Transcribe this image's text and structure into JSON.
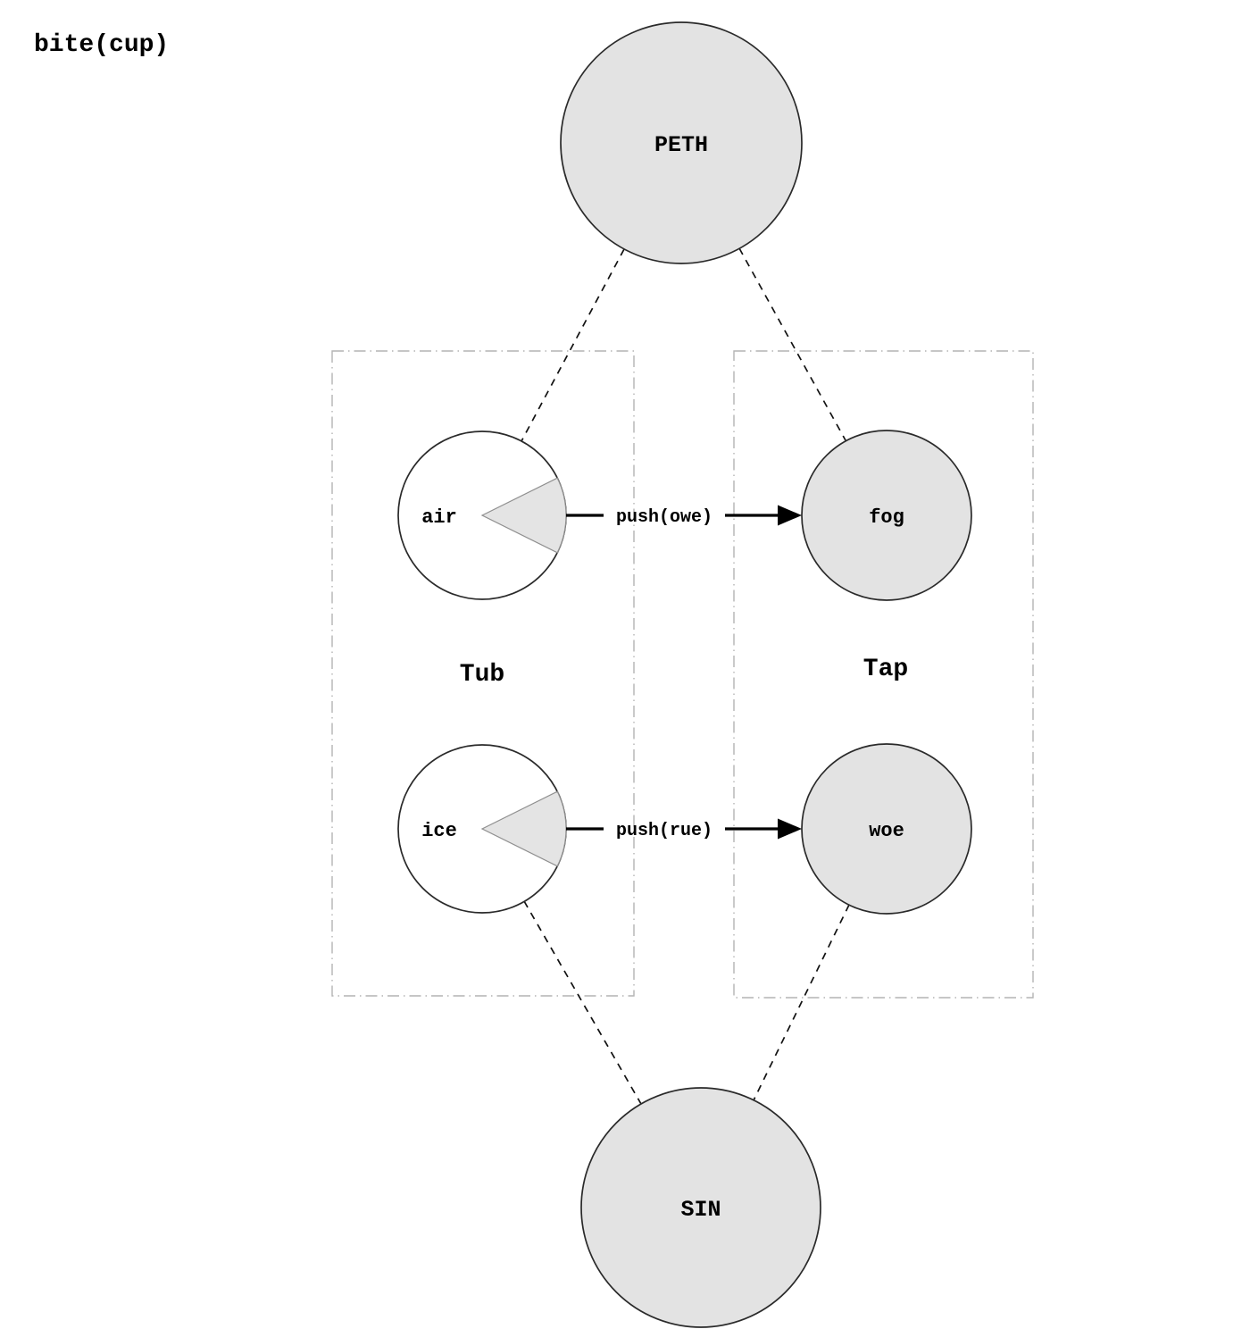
{
  "title": "bite(cup)",
  "nodes": {
    "peth": {
      "label": "PETH",
      "fill": "#e3e3e3"
    },
    "air": {
      "label": "air",
      "fill": "#ffffff",
      "wedge_fill": "#e4e4e4"
    },
    "fog": {
      "label": "fog",
      "fill": "#e3e3e3"
    },
    "ice": {
      "label": "ice",
      "fill": "#ffffff",
      "wedge_fill": "#e4e4e4"
    },
    "woe": {
      "label": "woe",
      "fill": "#e3e3e3"
    },
    "sin": {
      "label": "SIN",
      "fill": "#e3e3e3"
    }
  },
  "groups": {
    "tub": {
      "label": "Tub"
    },
    "tap": {
      "label": "Tap"
    }
  },
  "edges": {
    "air_to_fog": {
      "label": "push(owe)",
      "style": "solid-arrow"
    },
    "ice_to_woe": {
      "label": "push(rue)",
      "style": "solid-arrow"
    },
    "peth_to_air": {
      "style": "dashed"
    },
    "peth_to_fog": {
      "style": "dashed"
    },
    "ice_to_sin": {
      "style": "dashed"
    },
    "woe_to_sin": {
      "style": "dashed"
    }
  },
  "colors": {
    "node_gray_fill": "#e3e3e3",
    "node_white_fill": "#ffffff",
    "node_stroke": "#2a2a2a",
    "wedge_fill": "#e4e4e4",
    "wedge_stroke": "#8f8f8f",
    "group_border": "#b4b4b4",
    "connector": "#111111",
    "arrow": "#000000",
    "background": "#ffffff"
  }
}
